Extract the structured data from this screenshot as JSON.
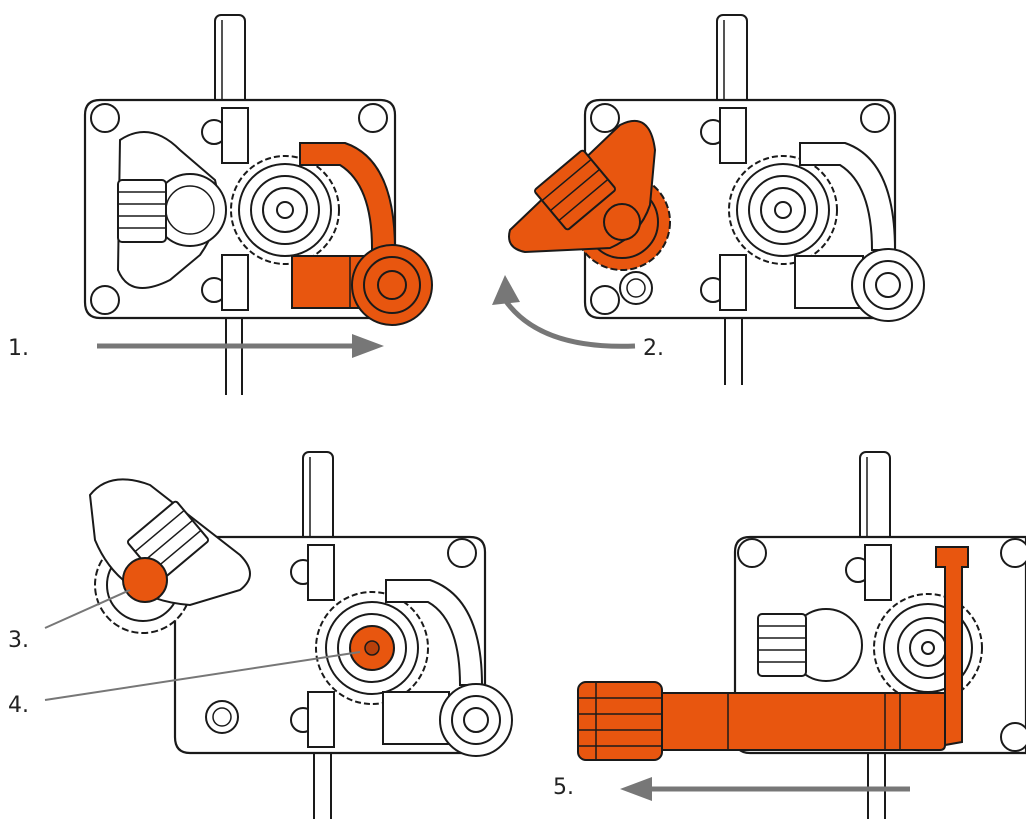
{
  "steps": [
    {
      "label": "1."
    },
    {
      "label": "2."
    },
    {
      "label": "3."
    },
    {
      "label": "4."
    },
    {
      "label": "5."
    }
  ],
  "colors": {
    "accent": "#e8560f",
    "accent_dark": "#b8400a",
    "line": "#1a1a1a",
    "arrow": "#777777",
    "background": "#ffffff"
  }
}
